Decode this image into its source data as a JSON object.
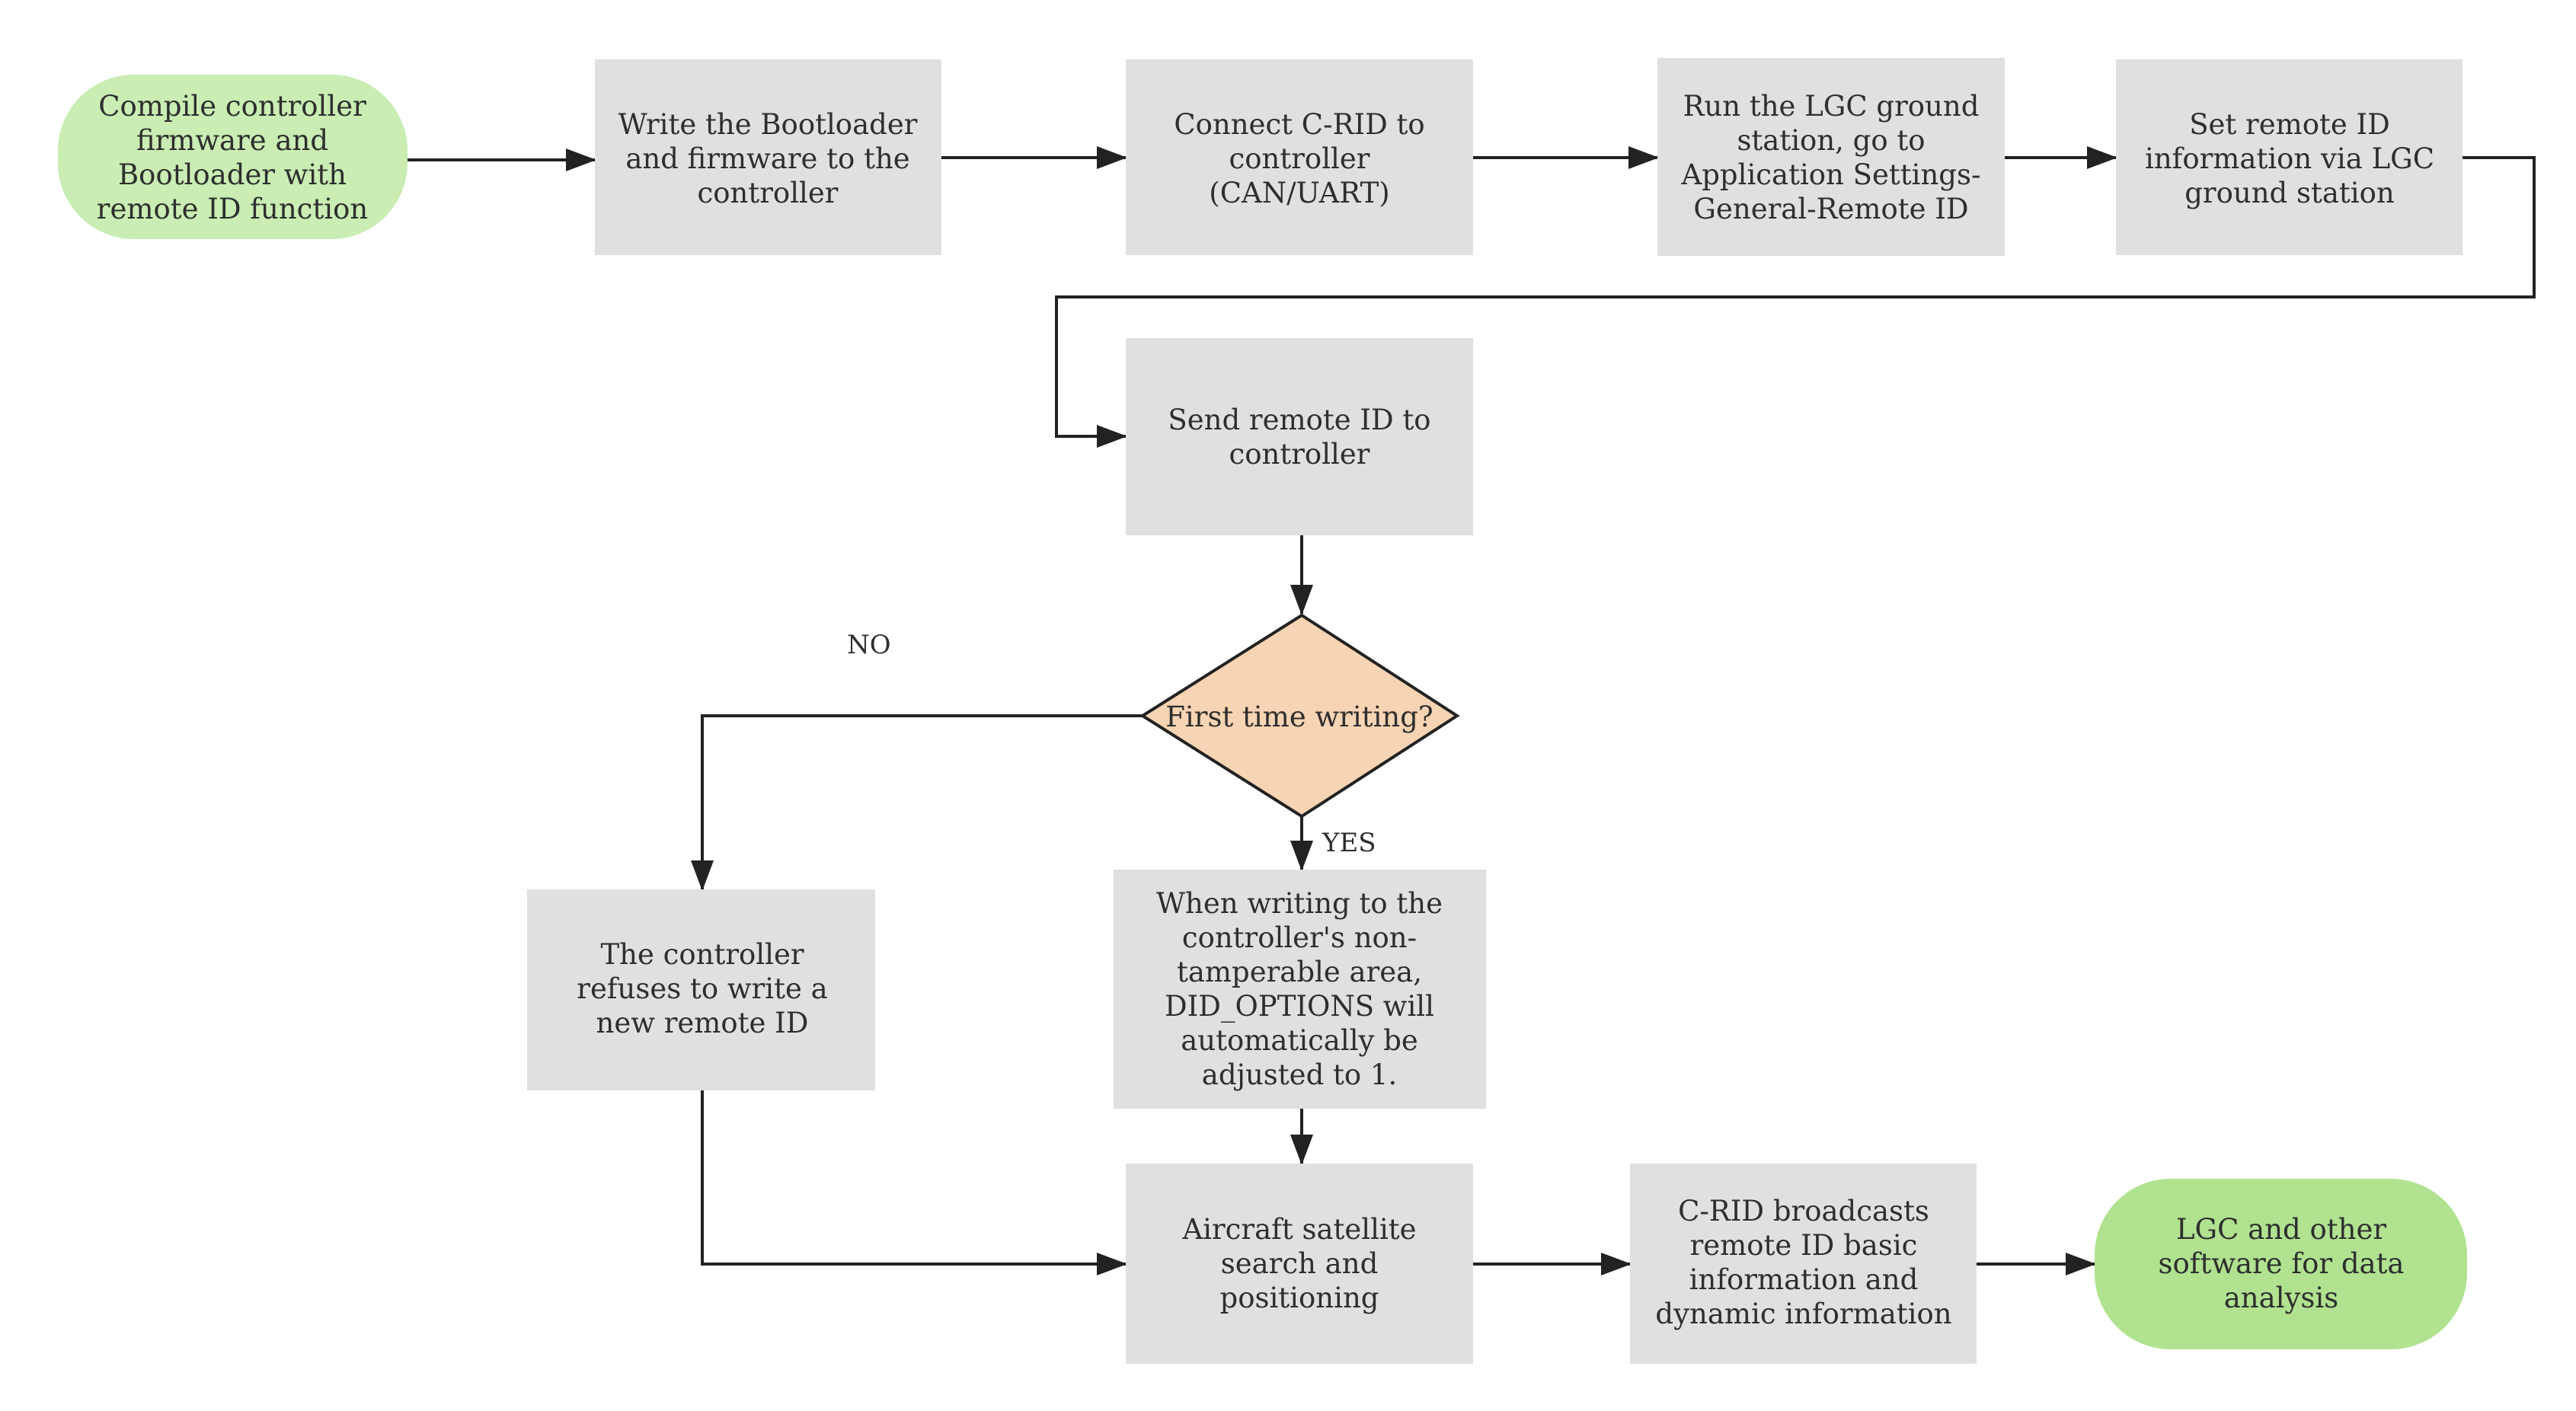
{
  "colors": {
    "process_fill": "#e0e0e0",
    "terminal_start_fill": "#c9edb3",
    "terminal_end_fill": "#b0e290",
    "decision_fill": "#f7d4b3",
    "line": "#222222",
    "text": "#2e2e2e"
  },
  "nodes": {
    "start": {
      "lines": [
        "Compile controller",
        "firmware and",
        "Bootloader with",
        "remote ID function"
      ]
    },
    "write_bootloader": {
      "lines": [
        "Write the Bootloader",
        "and firmware to the",
        "controller"
      ]
    },
    "connect_crid": {
      "lines": [
        "Connect C-RID to",
        "controller",
        "(CAN/UART)"
      ]
    },
    "run_lgc": {
      "lines": [
        "Run the LGC ground",
        "station, go to",
        "Application Settings-",
        "General-Remote ID"
      ]
    },
    "set_remote_id": {
      "lines": [
        "Set remote ID",
        "information via LGC",
        "ground station"
      ]
    },
    "send_remote_id": {
      "lines": [
        "Send remote ID to",
        "controller"
      ]
    },
    "decision": {
      "lines": [
        "First time writing?"
      ]
    },
    "refuse": {
      "lines": [
        "The controller",
        "refuses to write a",
        "new remote ID"
      ]
    },
    "non_tamper": {
      "lines": [
        "When writing to the",
        "controller's non-",
        "tamperable area,",
        "DID_OPTIONS will",
        "automatically be",
        "adjusted to 1."
      ]
    },
    "satellite": {
      "lines": [
        "Aircraft satellite",
        "search and",
        "positioning"
      ]
    },
    "broadcast": {
      "lines": [
        "C-RID broadcasts",
        "remote ID basic",
        "information and",
        "dynamic information"
      ]
    },
    "end": {
      "lines": [
        "LGC and other",
        "software for data",
        "analysis"
      ]
    }
  },
  "edge_labels": {
    "no": "NO",
    "yes": "YES"
  }
}
